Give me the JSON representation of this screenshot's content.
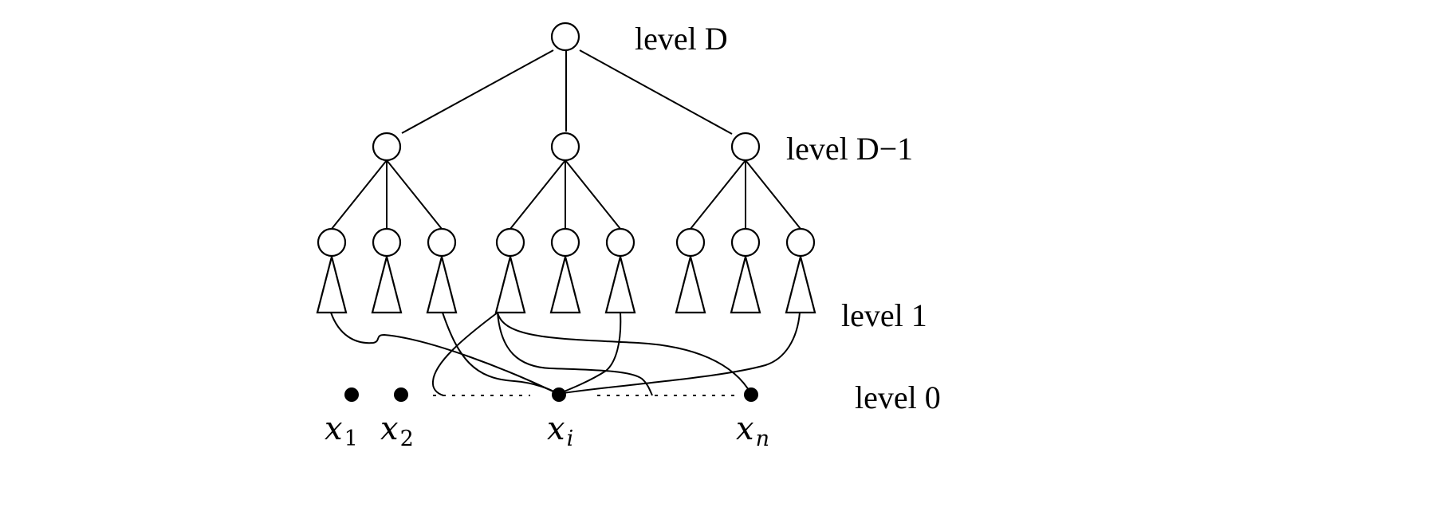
{
  "level_labels": {
    "top": "level D",
    "second": "level D−1",
    "one": "level 1",
    "zero": "level 0"
  },
  "variables": [
    {
      "base": "x",
      "sub": "1"
    },
    {
      "base": "x",
      "sub": "2"
    },
    {
      "base": "x",
      "sub": "i"
    },
    {
      "base": "x",
      "sub": "n"
    }
  ]
}
